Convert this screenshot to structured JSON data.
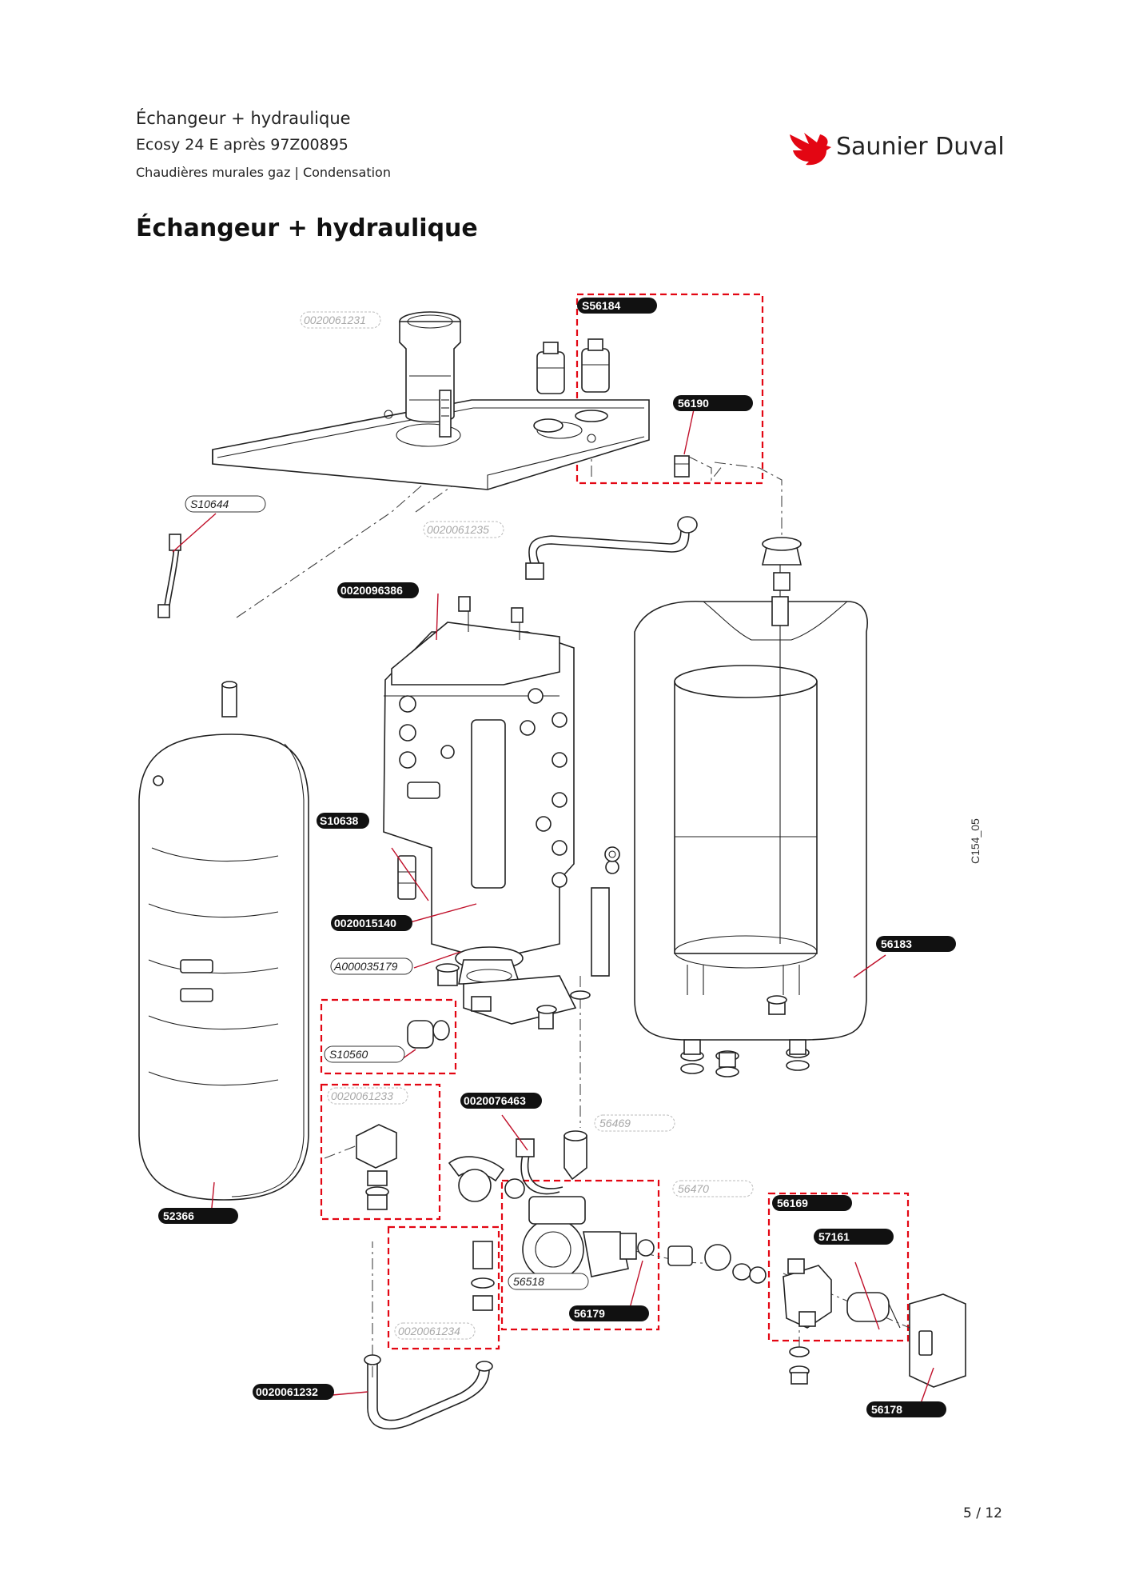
{
  "header": {
    "line1": "Échangeur + hydraulique",
    "line2": "Ecosy 24 E après 97Z00895",
    "line3": "Chaudières murales gaz | Condensation"
  },
  "brand": {
    "name": "Saunier Duval",
    "color": "#e30613",
    "icon": "bird-logo-icon"
  },
  "title": "Échangeur + hydraulique",
  "drawing_ref": "C154_05",
  "page_number": "5 / 12",
  "colors": {
    "highlight": "#e30613",
    "label_dark": "#111111",
    "line": "#222222"
  },
  "part_labels": {
    "S56184": "S56184",
    "56190": "56190",
    "0020061231": "0020061231",
    "S10644": "S10644",
    "0020061235": "0020061235",
    "0020096386": "0020096386",
    "S10638": "S10638",
    "0020015140": "0020015140",
    "A000035179": "A000035179",
    "56183": "56183",
    "S10560": "S10560",
    "0020061233": "0020061233",
    "0020076463": "0020076463",
    "56469": "56469",
    "52366": "52366",
    "56470": "56470",
    "56169": "56169",
    "57161": "57161",
    "56518": "56518",
    "56179": "56179",
    "0020061234": "0020061234",
    "0020061232": "0020061232",
    "56178": "56178"
  }
}
